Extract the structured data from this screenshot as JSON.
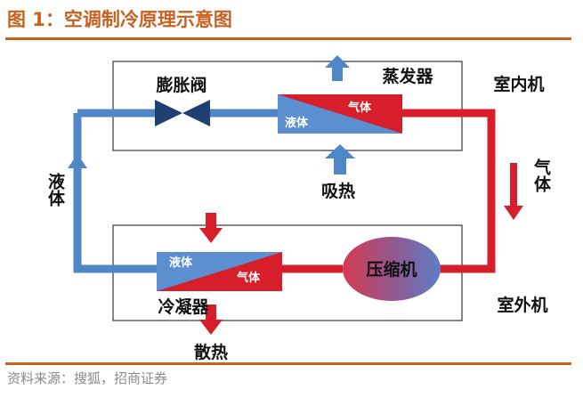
{
  "header": {
    "title": "图 1：空调制冷原理示意图"
  },
  "diagram": {
    "labels": {
      "indoor_unit": "室内机",
      "outdoor_unit": "室外机",
      "evaporator": "蒸发器",
      "condenser": "冷凝器",
      "expansion_valve": "膨胀阀",
      "compressor": "压缩机",
      "absorb_heat": "吸热",
      "release_heat": "散热",
      "liquid_left": "液体",
      "gas_right": "气体",
      "evap_liquid": "液体",
      "evap_gas": "气体",
      "cond_liquid": "液体",
      "cond_gas": "气体"
    },
    "colors": {
      "hot_pipe": "#d71f2b",
      "cold_pipe": "#4f86c6",
      "accent": "#c8601f",
      "valve": "#1f3f73"
    }
  },
  "footer": {
    "source": "资料来源：搜狐，招商证券"
  }
}
